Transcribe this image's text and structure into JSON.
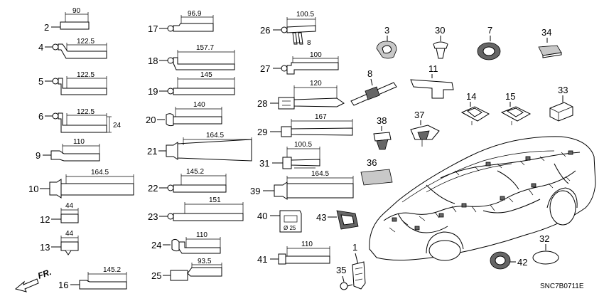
{
  "diagram": {
    "code": "SNC7B0711E",
    "direction": "FR.",
    "labels": [
      {
        "id": "p2",
        "num": "2",
        "dim": "90"
      },
      {
        "id": "p4",
        "num": "4",
        "dim": "122.5"
      },
      {
        "id": "p5",
        "num": "5",
        "dim": "122.5"
      },
      {
        "id": "p6",
        "num": "6",
        "dim": "122.5",
        "dim2": "24"
      },
      {
        "id": "p9",
        "num": "9",
        "dim": "110"
      },
      {
        "id": "p10",
        "num": "10",
        "dim": "164.5"
      },
      {
        "id": "p12",
        "num": "12",
        "dim": "44"
      },
      {
        "id": "p13",
        "num": "13",
        "dim": "44"
      },
      {
        "id": "p16",
        "num": "16",
        "dim": "145.2"
      },
      {
        "id": "p17",
        "num": "17",
        "dim": "96.9"
      },
      {
        "id": "p18",
        "num": "18",
        "dim": "157.7"
      },
      {
        "id": "p19",
        "num": "19",
        "dim": "145"
      },
      {
        "id": "p20",
        "num": "20",
        "dim": "140"
      },
      {
        "id": "p21",
        "num": "21",
        "dim": "164.5"
      },
      {
        "id": "p22",
        "num": "22",
        "dim": "145.2"
      },
      {
        "id": "p23",
        "num": "23",
        "dim": "151"
      },
      {
        "id": "p24",
        "num": "24",
        "dim": "110"
      },
      {
        "id": "p25",
        "num": "25",
        "dim": "93.5"
      },
      {
        "id": "p26",
        "num": "26",
        "dim": "100.5",
        "dim2": "8"
      },
      {
        "id": "p27",
        "num": "27",
        "dim": "100"
      },
      {
        "id": "p28",
        "num": "28",
        "dim": "120"
      },
      {
        "id": "p29",
        "num": "29",
        "dim": "167"
      },
      {
        "id": "p31",
        "num": "31",
        "dim": "100.5"
      },
      {
        "id": "p39",
        "num": "39",
        "dim": "164.5"
      },
      {
        "id": "p40",
        "num": "40",
        "dim": "",
        "note": "Ø 25"
      },
      {
        "id": "p41",
        "num": "41",
        "dim": "110"
      },
      {
        "id": "p1",
        "num": "1"
      },
      {
        "id": "p3",
        "num": "3"
      },
      {
        "id": "p7",
        "num": "7"
      },
      {
        "id": "p8",
        "num": "8"
      },
      {
        "id": "p11",
        "num": "11"
      },
      {
        "id": "p14",
        "num": "14"
      },
      {
        "id": "p15",
        "num": "15"
      },
      {
        "id": "p30",
        "num": "30"
      },
      {
        "id": "p32",
        "num": "32"
      },
      {
        "id": "p33",
        "num": "33"
      },
      {
        "id": "p34",
        "num": "34"
      },
      {
        "id": "p35",
        "num": "35"
      },
      {
        "id": "p36",
        "num": "36"
      },
      {
        "id": "p37",
        "num": "37"
      },
      {
        "id": "p38",
        "num": "38"
      },
      {
        "id": "p42",
        "num": "42"
      },
      {
        "id": "p43",
        "num": "43"
      }
    ]
  }
}
